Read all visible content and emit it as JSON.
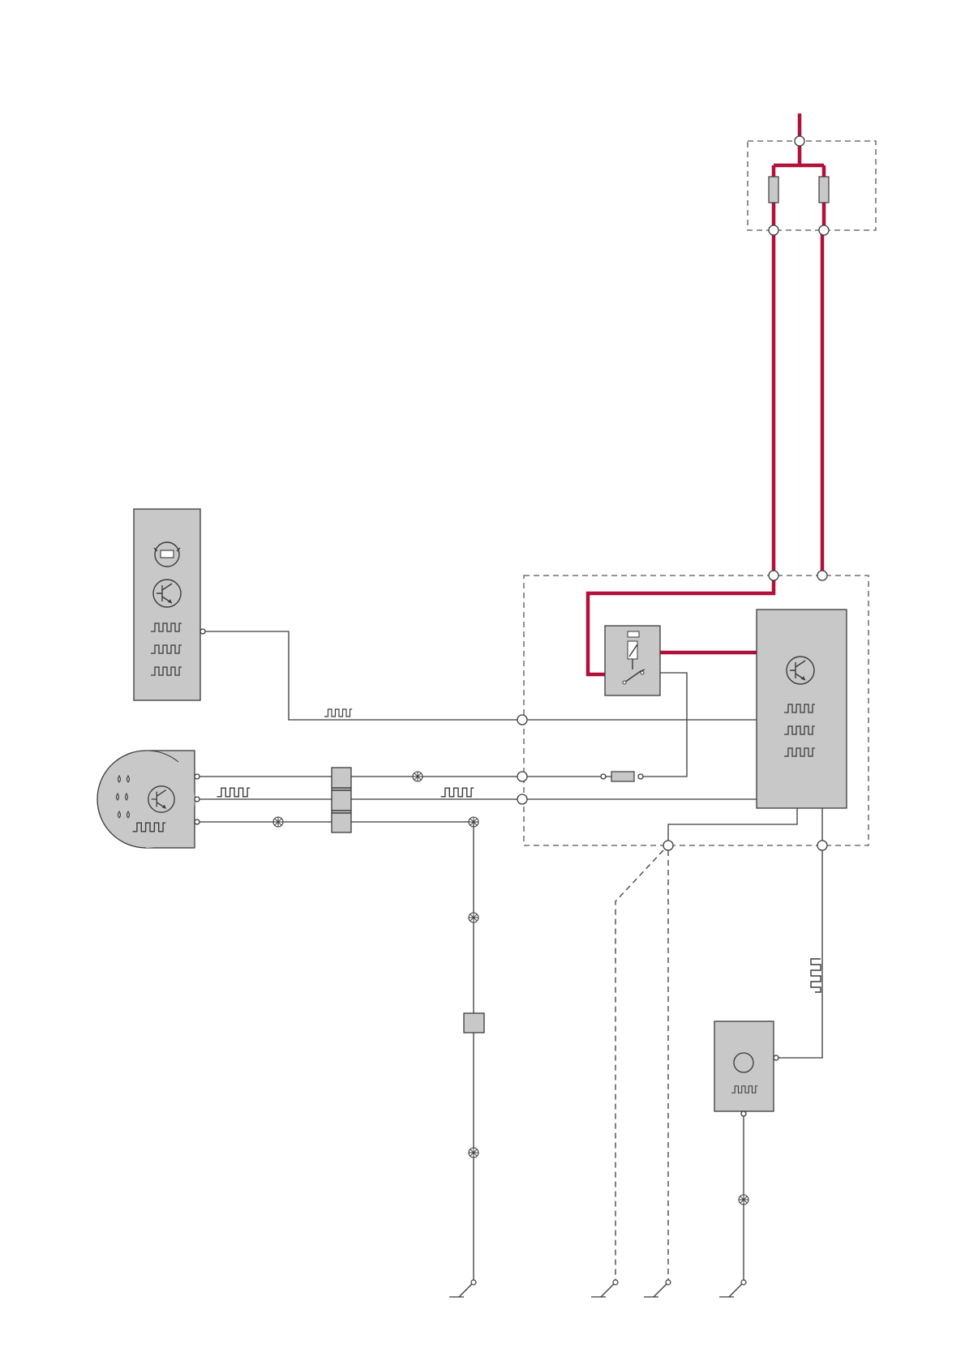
{
  "diagram": {
    "background": "#ffffff",
    "colors": {
      "power_wire": "#b0103a",
      "signal_wire": "#3a3a3a",
      "module_fill": "#c8c8c8"
    },
    "components": [
      "fuse-box",
      "central-control-module",
      "relay",
      "light-sensor-module",
      "rain-sensor",
      "connector-block",
      "inline-fuse",
      "splice-connector",
      "sensor-unit",
      "ground-points"
    ],
    "icons": [
      "transistor-icon",
      "pulse-signal-icon",
      "light-bulb-icon",
      "raindrops-icon",
      "relay-coil-icon",
      "ground-icon",
      "splice-star-icon"
    ]
  }
}
